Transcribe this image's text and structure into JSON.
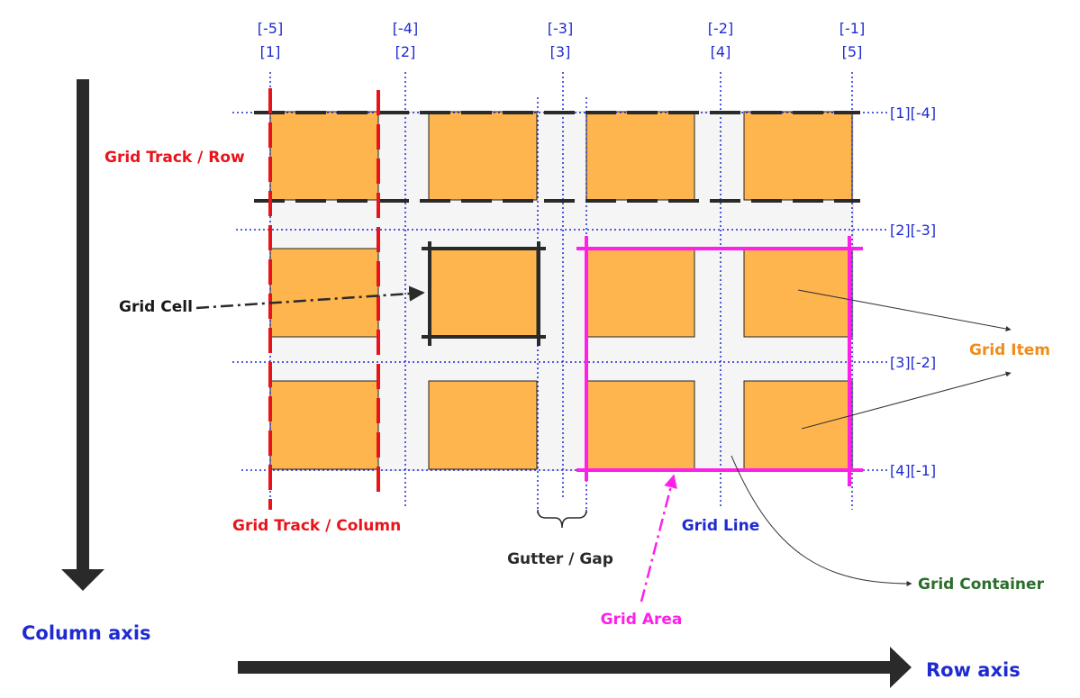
{
  "colors": {
    "item": "#ffb54d",
    "container": "#f5f5f5",
    "track": "#e8141a",
    "area": "#ff1fe8",
    "line": "#1f2bd0",
    "item_label": "#f08c19",
    "container_label": "#2a6e2a",
    "dark": "#2a2a2a"
  },
  "column_line_labels": [
    {
      "neg": "[-5]",
      "pos": "[1]"
    },
    {
      "neg": "[-4]",
      "pos": "[2]"
    },
    {
      "neg": "[-3]",
      "pos": "[3]"
    },
    {
      "neg": "[-2]",
      "pos": "[4]"
    },
    {
      "neg": "[-1]",
      "pos": "[5]"
    }
  ],
  "row_line_labels": [
    "[1][-4]",
    "[2][-3]",
    "[3][-2]",
    "[4][-1]"
  ],
  "annotations": {
    "grid_track_row": "Grid Track / Row",
    "grid_cell": "Grid Cell",
    "grid_track_column": "Grid Track / Column",
    "gutter_gap": "Gutter / Gap",
    "grid_line": "Grid Line",
    "grid_area": "Grid Area",
    "grid_item": "Grid Item",
    "grid_container": "Grid Container"
  },
  "axes": {
    "column_axis": "Column axis",
    "row_axis": "Row axis"
  }
}
